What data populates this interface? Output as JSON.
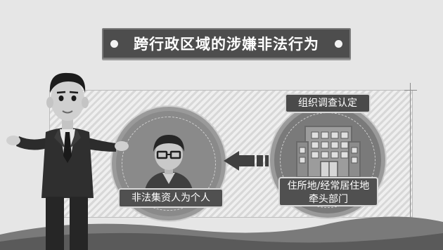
{
  "title": "跨行政区域的涉嫌非法行为",
  "labels": {
    "investigate": "组织调查认定",
    "person": "非法集资人为个人",
    "residence_line1": "住所地/经常居住地",
    "residence_line2": "牵头部门"
  },
  "colors": {
    "background": "#e6e6e6",
    "banner": "#4d4d4d",
    "label": "#505050",
    "circle": "#7d7d7d",
    "ground_dark": "#5a5a5a"
  },
  "icons": [
    "businessman-figure",
    "person-with-glasses-icon",
    "office-building-icon",
    "arrow-left-icon"
  ]
}
